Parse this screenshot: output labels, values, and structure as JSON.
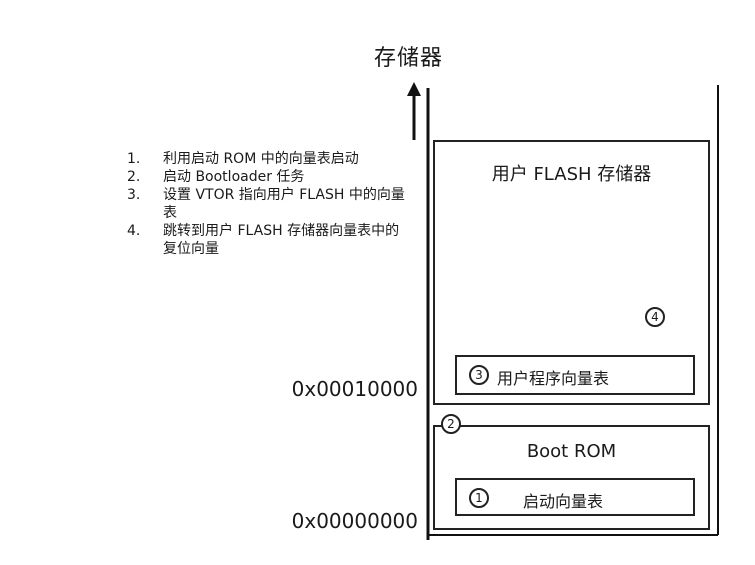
{
  "memory_title": "存储器",
  "steps": [
    {
      "num": "1.",
      "text": "利用启动 ROM 中的向量表启动"
    },
    {
      "num": "2.",
      "text": "启动 Bootloader 任务"
    },
    {
      "num": "3.",
      "text": "设置 VTOR 指向用户 FLASH 中的向量表"
    },
    {
      "num": "4.",
      "text": "跳转到用户 FLASH 存储器向量表中的复位向量"
    }
  ],
  "addresses": {
    "user_flash_base": "0x00010000",
    "boot_rom_base": "0x00000000"
  },
  "regions": {
    "user_flash": "用户 FLASH 存储器",
    "user_vector_table": "用户程序向量表",
    "boot_rom": "Boot ROM",
    "boot_vector_table": "启动向量表"
  },
  "markers": {
    "one": "1",
    "two": "2",
    "three": "3",
    "four": "4"
  }
}
